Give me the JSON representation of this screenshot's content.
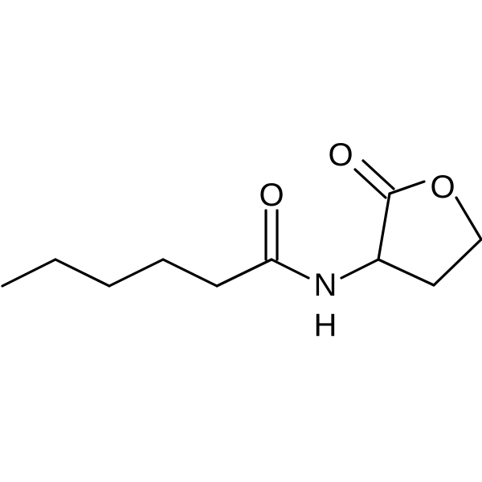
{
  "atoms": {
    "carbonyl_oxygen_amide": "O",
    "carbonyl_oxygen_lactone": "O",
    "ring_oxygen": "O",
    "amide_nitrogen": "N",
    "amide_hydrogen": "H"
  }
}
